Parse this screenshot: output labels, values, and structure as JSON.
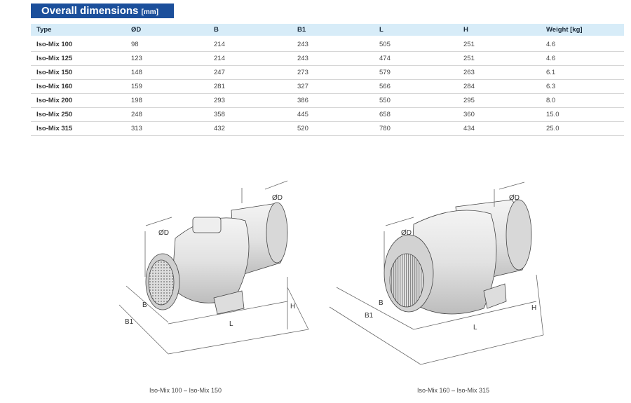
{
  "title": {
    "text": "Overall dimensions",
    "unit": "[mm]"
  },
  "table": {
    "headers": [
      "Type",
      "ØD",
      "B",
      "B1",
      "L",
      "H",
      "Weight [kg]"
    ],
    "rows": [
      [
        "Iso-Mix 100",
        "98",
        "214",
        "243",
        "505",
        "251",
        "4.6"
      ],
      [
        "Iso-Mix 125",
        "123",
        "214",
        "243",
        "474",
        "251",
        "4.6"
      ],
      [
        "Iso-Mix 150",
        "148",
        "247",
        "273",
        "579",
        "263",
        "6.1"
      ],
      [
        "Iso-Mix 160",
        "159",
        "281",
        "327",
        "566",
        "284",
        "6.3"
      ],
      [
        "Iso-Mix 200",
        "198",
        "293",
        "386",
        "550",
        "295",
        "8.0"
      ],
      [
        "Iso-Mix 250",
        "248",
        "358",
        "445",
        "658",
        "360",
        "15.0"
      ],
      [
        "Iso-Mix 315",
        "313",
        "432",
        "520",
        "780",
        "434",
        "25.0"
      ]
    ]
  },
  "drawings": [
    {
      "caption": "Iso-Mix 100 – Iso-Mix 150",
      "labels": {
        "d": "ØD",
        "b": "B",
        "b1": "B1",
        "l": "L",
        "h": "H"
      }
    },
    {
      "caption": "Iso-Mix 160 – Iso-Mix 315",
      "labels": {
        "d": "ØD",
        "b": "B",
        "b1": "B1",
        "l": "L",
        "h": "H"
      }
    }
  ]
}
